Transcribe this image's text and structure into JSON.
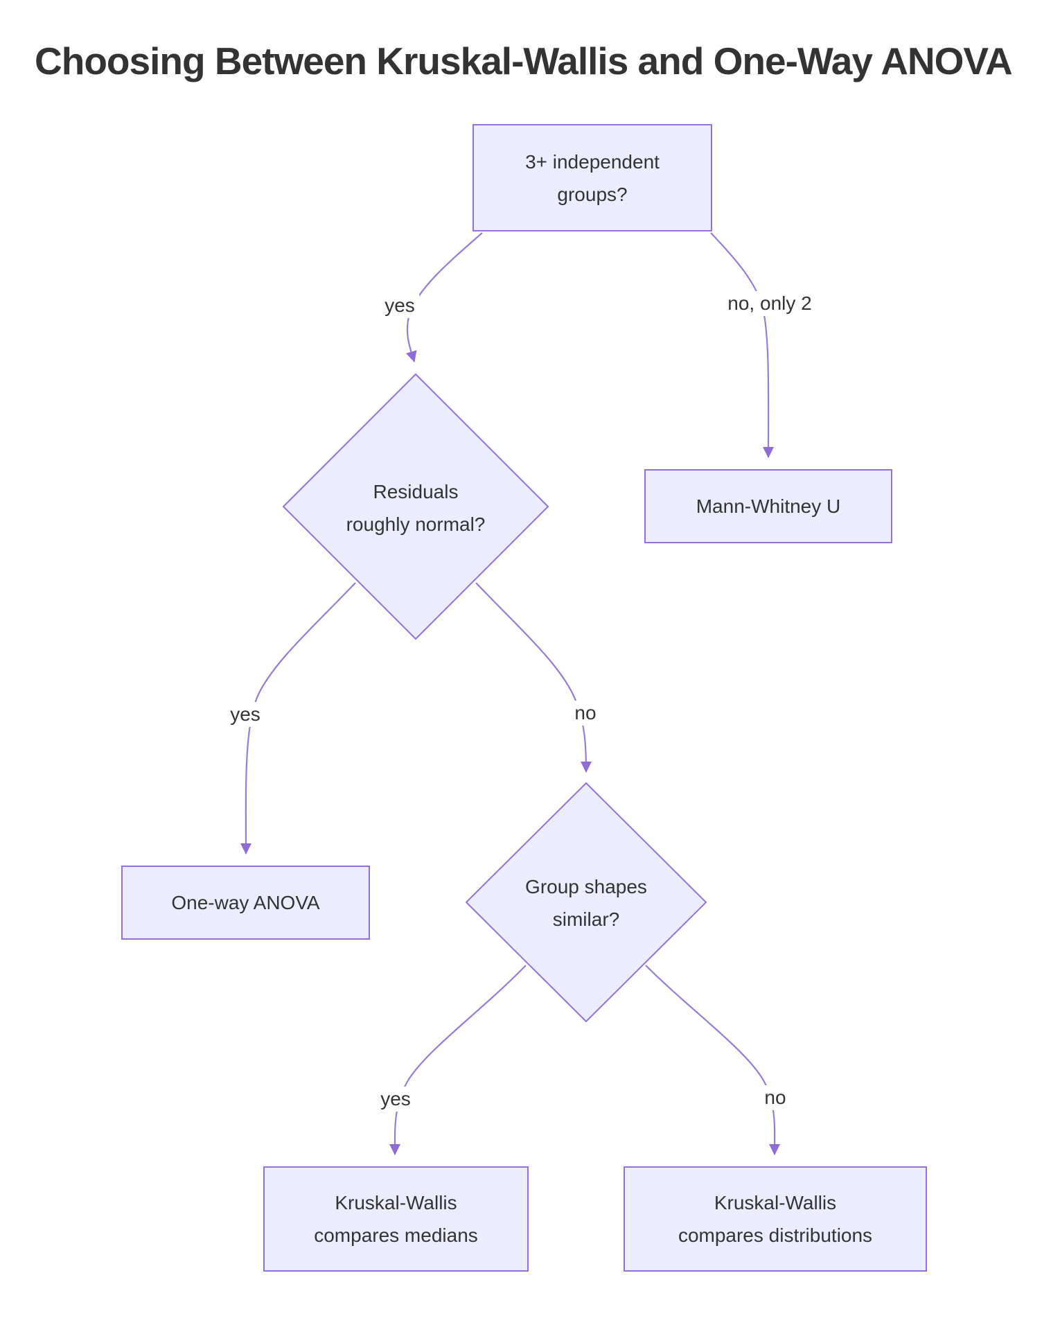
{
  "title": "Choosing Between Kruskal-Wallis and One-Way ANOVA",
  "colors": {
    "node_fill": "#ECECFF",
    "node_border": "#9370DB",
    "edge": "#977BDB",
    "arrow": "#8E6BD6",
    "text": "#333333",
    "background": "#FFFFFF"
  },
  "diagram_type": "flowchart-decision-tree",
  "nodes": {
    "groups": {
      "shape": "rect",
      "lines": [
        "3+ independent",
        "groups?"
      ]
    },
    "residuals": {
      "shape": "diamond",
      "lines": [
        "Residuals",
        "roughly normal?"
      ]
    },
    "mann_whitney": {
      "shape": "rect",
      "lines": [
        "Mann-Whitney U"
      ]
    },
    "anova": {
      "shape": "rect",
      "lines": [
        "One-way ANOVA"
      ]
    },
    "shapes": {
      "shape": "diamond",
      "lines": [
        "Group shapes",
        "similar?"
      ]
    },
    "kw_medians": {
      "shape": "rect",
      "lines": [
        "Kruskal-Wallis",
        "compares medians"
      ]
    },
    "kw_distributions": {
      "shape": "rect",
      "lines": [
        "Kruskal-Wallis",
        "compares distributions"
      ]
    }
  },
  "edges": [
    {
      "from": "groups",
      "to": "residuals",
      "label": "yes"
    },
    {
      "from": "groups",
      "to": "mann_whitney",
      "label": "no, only 2"
    },
    {
      "from": "residuals",
      "to": "anova",
      "label": "yes"
    },
    {
      "from": "residuals",
      "to": "shapes",
      "label": "no"
    },
    {
      "from": "shapes",
      "to": "kw_medians",
      "label": "yes"
    },
    {
      "from": "shapes",
      "to": "kw_distributions",
      "label": "no"
    }
  ]
}
